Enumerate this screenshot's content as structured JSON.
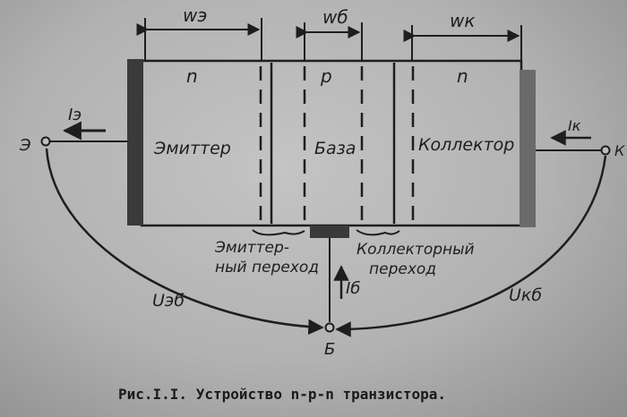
{
  "diagram": {
    "widths": {
      "emitter": "wэ",
      "base": "wб",
      "collector": "wк"
    },
    "types": {
      "emitter": "n",
      "base": "p",
      "collector": "n"
    },
    "regions": {
      "emitter": "Эмиттер",
      "base": "База",
      "collector": "Коллектор"
    },
    "junctions": {
      "emitter_line1": "Эмиттер-",
      "emitter_line2": "ный переход",
      "collector_line1": "Коллекторный",
      "collector_line2": "переход"
    },
    "terminals": {
      "emitter": "Э",
      "collector": "К",
      "base": "Б"
    },
    "currents": {
      "emitter": "Iэ",
      "collector": "Iк",
      "base": "Iб"
    },
    "voltages": {
      "emitter_base": "Uэб",
      "collector_base": "Uкб"
    },
    "caption": "Рис.I.I. Устройство n-p-n транзистора."
  },
  "colors": {
    "ink": "#1e1e1e",
    "paper": "#bdbdbd",
    "contact": "#3a3a3a"
  }
}
